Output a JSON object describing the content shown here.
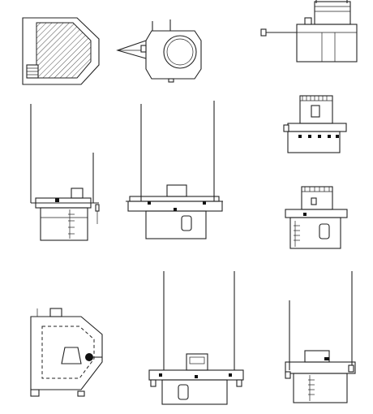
{
  "drawing": {
    "kind": "technical line drawing sheet",
    "line_color": "#222222",
    "background_color": "#ffffff",
    "views": [
      {
        "id": "deck-plan-hatched"
      },
      {
        "id": "turret-ring-plan"
      },
      {
        "id": "elevation-top-right"
      },
      {
        "id": "elevation-mid-left"
      },
      {
        "id": "elevation-mid-center"
      },
      {
        "id": "elevation-mid-right-upper"
      },
      {
        "id": "elevation-mid-right-lower"
      },
      {
        "id": "deck-plan-dashed"
      },
      {
        "id": "elevation-bottom-center"
      },
      {
        "id": "elevation-bottom-right"
      }
    ]
  }
}
